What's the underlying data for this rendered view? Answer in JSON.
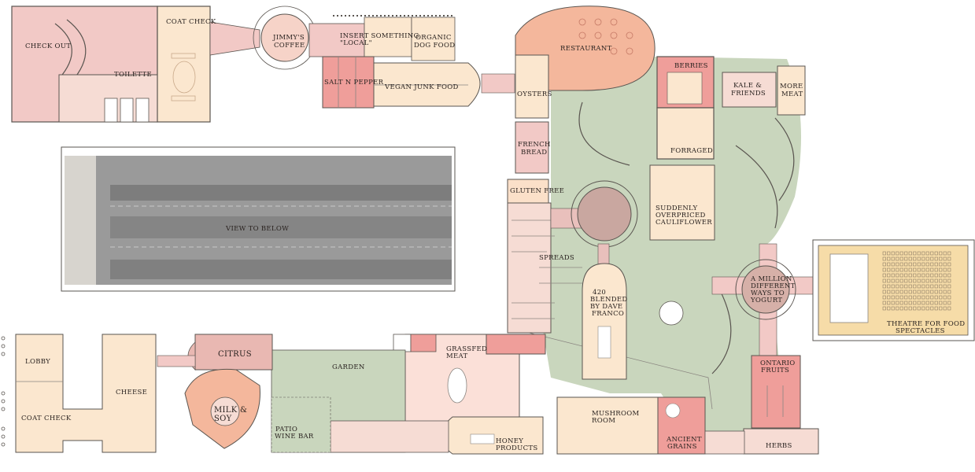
{
  "title": "",
  "rooms": {
    "checkout": "CHECK OUT",
    "toilette": "TOILETTE",
    "coat_check_top": "COAT CHECK",
    "jimmys_coffee": [
      "JIMMY'S",
      "COFFEE"
    ],
    "insert_local": [
      "INSERT SOMETHING",
      "\"LOCAL\""
    ],
    "organic_dog_food": [
      "ORGANIC",
      "DOG FOOD"
    ],
    "salt_n_pepper": "SALT N PEPPER",
    "vegan_junk_food": "VEGAN JUNK FOOD",
    "restaurant": "RESTAURANT",
    "berries": "BERRIES",
    "kale_friends": [
      "KALE &",
      "FRIENDS"
    ],
    "more_meat": [
      "MORE",
      "MEAT"
    ],
    "forraged": "FORRAGED",
    "oysters": "OYSTERS",
    "french_bread": [
      "FRENCH",
      "BREAD"
    ],
    "gluten_free": "GLUTEN FREE",
    "cauliflower": [
      "SUDDENLY",
      "OVERPRICED",
      "CAULIFLOWER"
    ],
    "spreads": "SPREADS",
    "blended": [
      "420",
      "BLENDED",
      "BY DAVE",
      "FRANCO"
    ],
    "yogurt": [
      "A MILLION",
      "DIFFERENT",
      "WAYS TO",
      "YOGURT"
    ],
    "theatre": [
      "THEATRE FOR FOOD",
      "SPECTACLES"
    ],
    "view_to_below": "VIEW TO BELOW",
    "lobby": "LOBBY",
    "coat_check_bottom": "COAT CHECK",
    "cheese": "CHEESE",
    "citrus": "CITRUS",
    "garden": "GARDEN",
    "milk_soy": [
      "MILK &",
      "SOY"
    ],
    "patio_wine_bar": [
      "PATIO",
      "WINE BAR"
    ],
    "grassfed_meat": [
      "GRASSFED",
      "MEAT"
    ],
    "honey_products": [
      "HONEY",
      "PRODUCTS"
    ],
    "mushroom_room": [
      "MUSHROOM",
      "ROOM"
    ],
    "ancient_grains": [
      "ANCIENT",
      "GRAINS"
    ],
    "ontario_fruits": [
      "ONTARIO",
      "FRUITS"
    ],
    "herbs": "HERBS"
  },
  "colors": {
    "pink": "#f2c9c6",
    "pink_dark": "#e9a9a6",
    "peach": "#fbe7cf",
    "salmon": "#f4b79c",
    "green": "#c9d6bd",
    "grey_photo": "#8e8e8e",
    "theatre": "#f6dca8"
  }
}
